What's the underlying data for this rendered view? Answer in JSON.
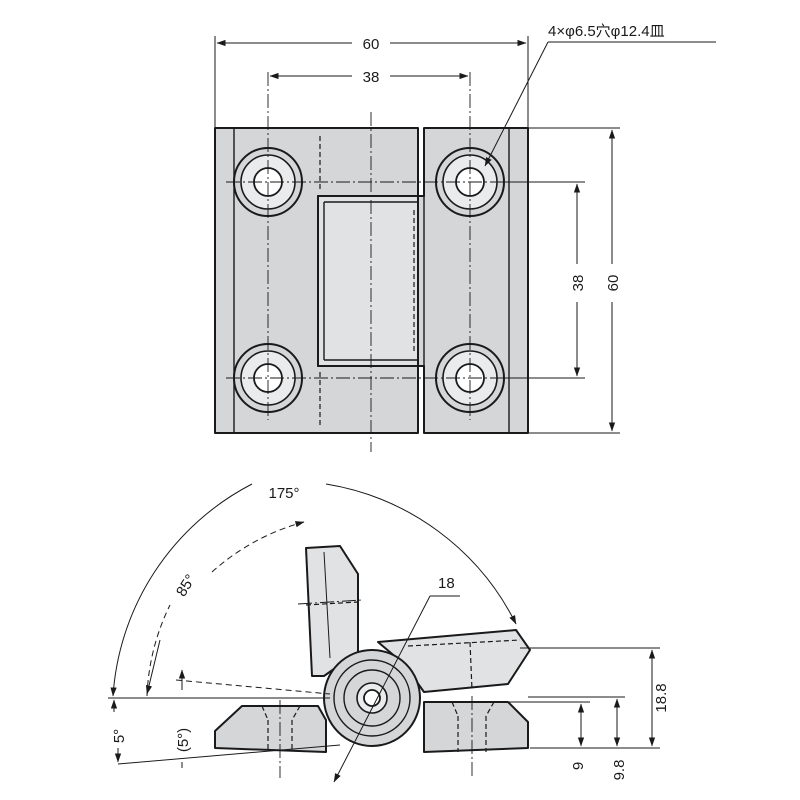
{
  "top_view": {
    "overall_width": "60",
    "hole_spacing_width": "38",
    "hole_spec": "4×φ6.5穴φ12.4皿",
    "hole_spacing_height": "38",
    "overall_height": "60"
  },
  "side_view": {
    "open_angle": "175°",
    "mid_angle": "85°",
    "offset_angle": "5°",
    "offset_angle_ref": "(5°)",
    "knuckle_diameter": "18",
    "height_total": "18.8",
    "leaf_height": "9",
    "leaf_height_max": "9.8"
  },
  "colors": {
    "part_fill": "#d5d6d8",
    "line": "#1a1a1a",
    "background": "#ffffff"
  }
}
